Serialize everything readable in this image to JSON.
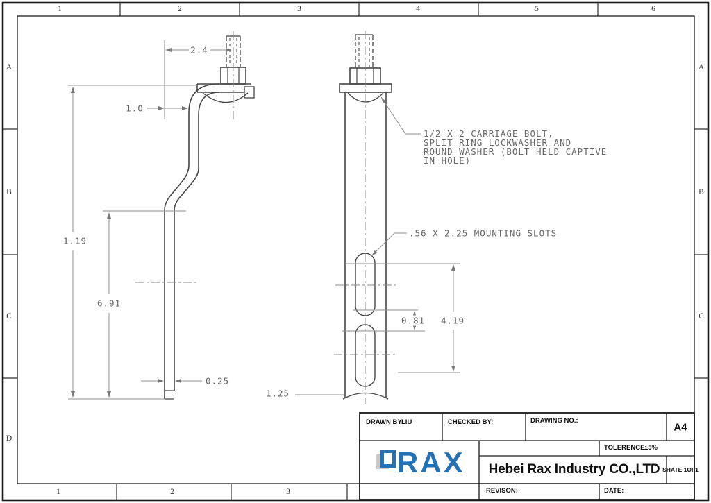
{
  "sheet": {
    "zones": {
      "top": [
        "1",
        "2",
        "3",
        "4",
        "5",
        "6"
      ],
      "bottom": [
        "1",
        "2",
        "3"
      ],
      "left": [
        "A",
        "B",
        "C",
        "D"
      ],
      "right": [
        "A",
        "B",
        "C"
      ]
    }
  },
  "drawing": {
    "dims": {
      "bolt_offset": "2.4",
      "flange_offset": "1.0",
      "overall_height": "1.19",
      "lower_leg_height": "6.91",
      "material_thickness": "0.25",
      "slot_gap": "0.81",
      "slot_span": "4.19",
      "base_width": "1.25"
    },
    "notes": {
      "bolt_line1": "1/2 X 2 CARRIAGE BOLT,",
      "bolt_line2": "SPLIT RING LOCKWASHER AND",
      "bolt_line3": "ROUND WASHER (BOLT HELD CAPTIVE",
      "bolt_line4": "IN HOLE)",
      "slots": ".56 X 2.25 MOUNTING SLOTS"
    }
  },
  "title_block": {
    "drawn_by_label": "DRAWN BY:",
    "drawn_by_value": "LIU",
    "checked_by_label": "CHECKED BY:",
    "drawing_no_label": "DRAWING NO.:",
    "paper_size": "A4",
    "tolerance_label": "TOLERENCE:",
    "tolerance_value": "±5%",
    "company_name": "Hebei Rax Industry CO.,LTD",
    "sheet_label": "SHATE 1OF1",
    "revision_label": "REVISON:",
    "date_label": "DATE:",
    "logo_text": "RAX",
    "colors": {
      "logo_blue": "#2471b5",
      "object_line": "#454545",
      "dim_line": "#8a8a8a"
    }
  }
}
